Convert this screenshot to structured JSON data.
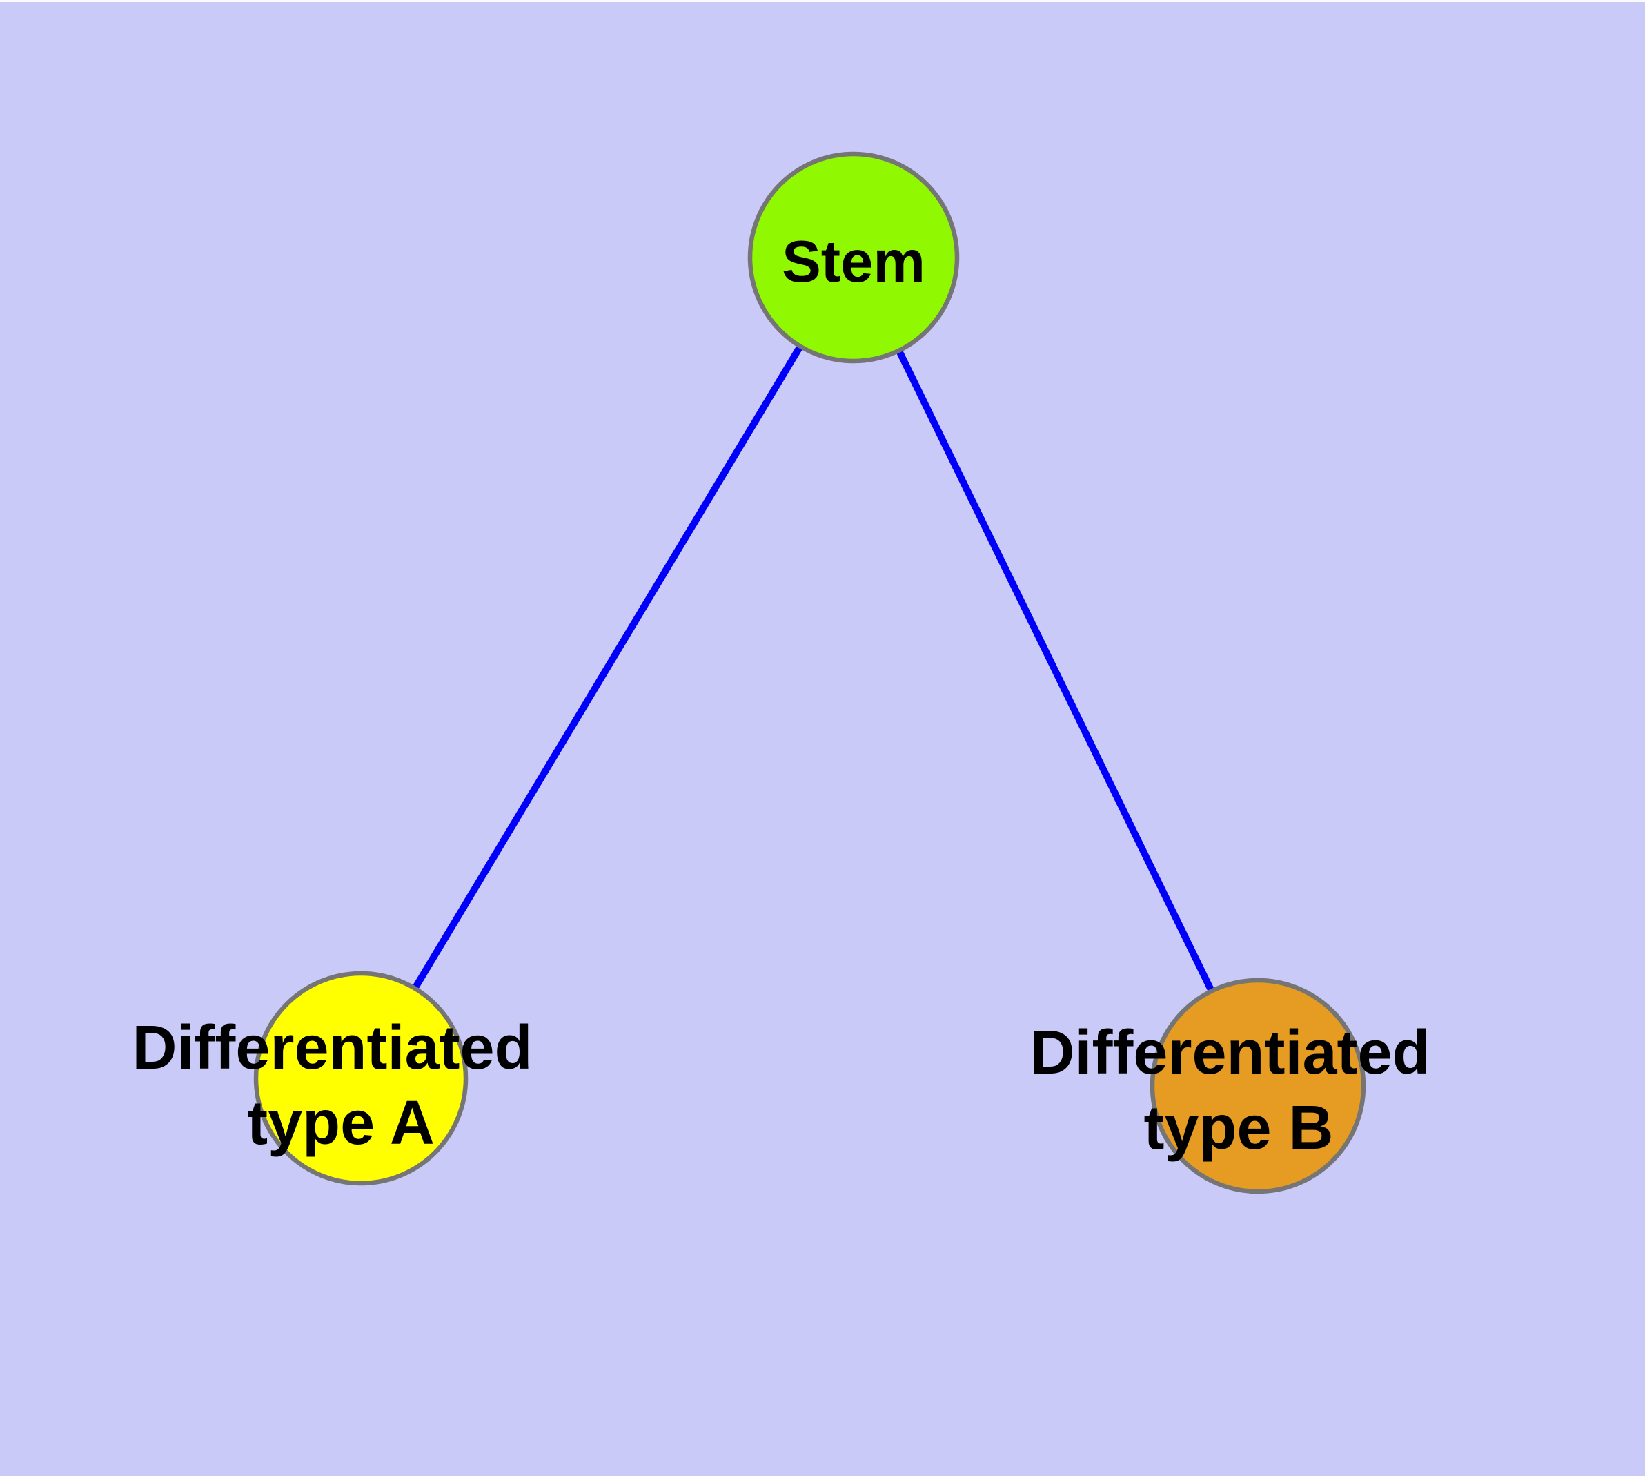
{
  "diagram": {
    "background_color": "#CACAF8",
    "top_edge_color": "#FAFAFF",
    "edge_color": "#0000FA",
    "node_border_color": "#757575",
    "label_color": "#000000",
    "nodes": [
      {
        "id": "stem",
        "lines": [
          "Stem"
        ],
        "fill": "#90F800"
      },
      {
        "id": "differentiated-type-a",
        "lines": [
          "Differentiated",
          "type A"
        ],
        "fill": "#FFFF00"
      },
      {
        "id": "differentiated-type-b",
        "lines": [
          "Differentiated",
          "type B"
        ],
        "fill": "#E69B23"
      }
    ],
    "edges": [
      {
        "from": "stem",
        "to": "differentiated-type-a"
      },
      {
        "from": "stem",
        "to": "differentiated-type-b"
      }
    ]
  }
}
